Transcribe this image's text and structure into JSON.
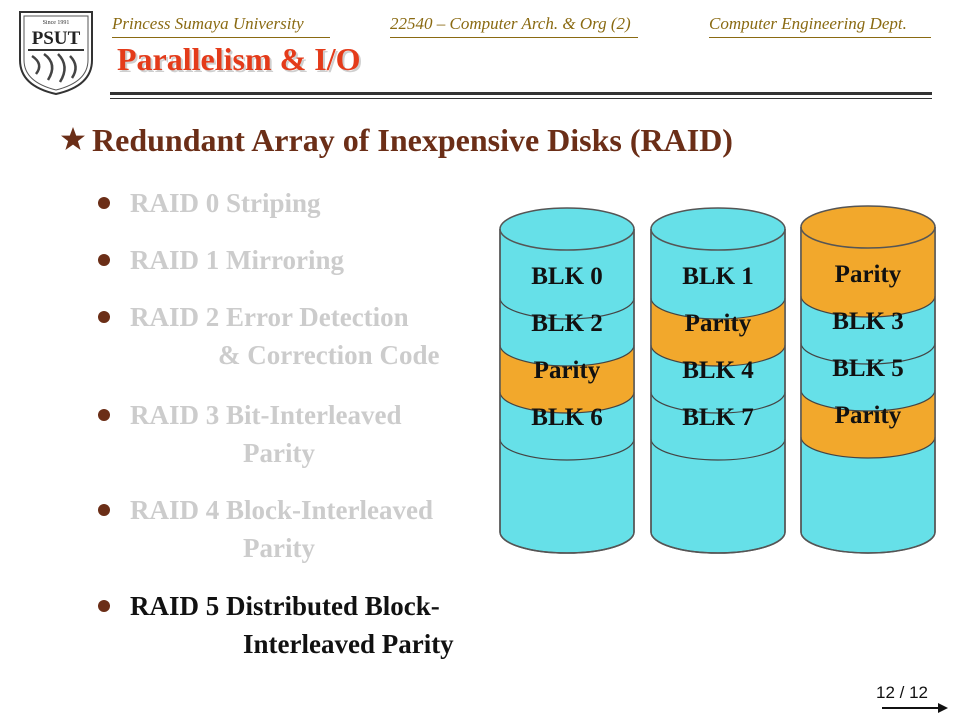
{
  "header": {
    "left": "Princess Sumaya University",
    "middle": "22540 – Computer Arch. & Org (2)",
    "right": "Computer Engineering Dept."
  },
  "logo": {
    "since": "Since 1991",
    "name": "PSUT"
  },
  "slide_title": "Parallelism & I/O",
  "heading": "Redundant Array of Inexpensive Disks (RAID)",
  "raid_levels": [
    {
      "line1": "RAID 0 Striping",
      "line2": "",
      "active": false
    },
    {
      "line1": "RAID 1 Mirroring",
      "line2": "",
      "active": false
    },
    {
      "line1": "RAID 2 Error Detection",
      "line2": "& Correction Code",
      "active": false
    },
    {
      "line1": "RAID 3 Bit-Interleaved",
      "line2": "Parity",
      "active": false
    },
    {
      "line1": "RAID 4 Block-Interleaved",
      "line2": "Parity",
      "active": false
    },
    {
      "line1": "RAID 5 Distributed Block-",
      "line2": "Interleaved Parity",
      "active": true
    }
  ],
  "disks": [
    {
      "blocks": [
        {
          "label": "BLK 0",
          "type": "data"
        },
        {
          "label": "BLK 2",
          "type": "data"
        },
        {
          "label": "Parity",
          "type": "parity"
        },
        {
          "label": "BLK 6",
          "type": "data"
        }
      ]
    },
    {
      "blocks": [
        {
          "label": "BLK 1",
          "type": "data"
        },
        {
          "label": "Parity",
          "type": "parity"
        },
        {
          "label": "BLK 4",
          "type": "data"
        },
        {
          "label": "BLK 7",
          "type": "data"
        }
      ]
    },
    {
      "blocks": [
        {
          "label": "Parity",
          "type": "parity"
        },
        {
          "label": "BLK 3",
          "type": "data"
        },
        {
          "label": "BLK 5",
          "type": "data"
        },
        {
          "label": "Parity",
          "type": "parity"
        }
      ]
    }
  ],
  "colors": {
    "data_block": "#66e0e8",
    "parity_block": "#f2a82c",
    "title": "#e43b1a",
    "heading": "#6b2e17",
    "inactive_text": "#cccccc",
    "active_text": "#111111"
  },
  "page_number": "12 / 12"
}
